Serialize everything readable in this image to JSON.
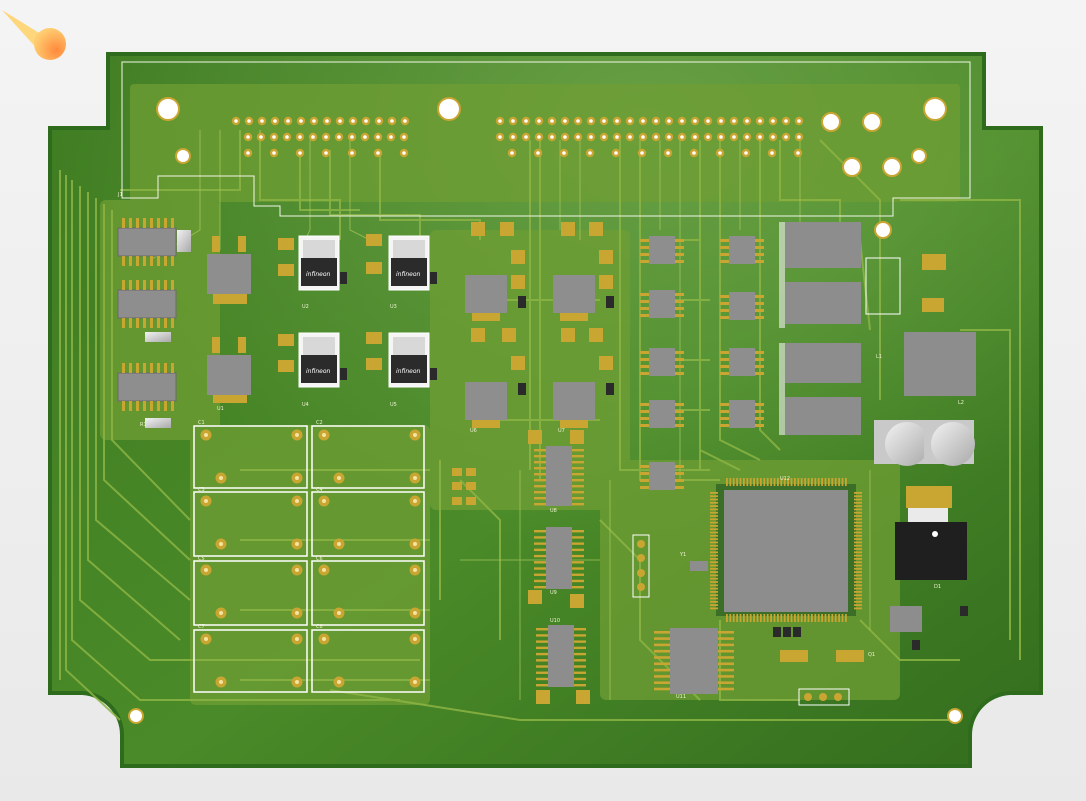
{
  "colors": {
    "board": "#4f8a2a",
    "board_edge": "#2f6a1f",
    "copper": "#7aa33c",
    "trace": "#8fb548",
    "gold": "#c9a532",
    "silk": "#ffffff",
    "ic_body": "#8d8d8d",
    "ic_dark": "#2a2a2a"
  },
  "power_ic_brand": "infineon",
  "labels": {
    "j1": "J1",
    "u1": "U1",
    "u2": "U2",
    "u3": "U3",
    "u4": "U4",
    "u5": "U5",
    "u6": "U6",
    "u7": "U7",
    "u8": "U8",
    "u9": "U9",
    "u10": "U10",
    "u11": "U11",
    "u12": "U12",
    "c1": "C1",
    "c2": "C2",
    "c3": "C3",
    "c4": "C4",
    "c5": "C5",
    "c6": "C6",
    "c7": "C7",
    "c8": "C8",
    "l1": "L1",
    "l2": "L2",
    "r1": "R1",
    "y1": "Y1",
    "q1": "Q1",
    "d1": "D1"
  },
  "icons": {
    "top_left": "cursor-comet-icon"
  }
}
